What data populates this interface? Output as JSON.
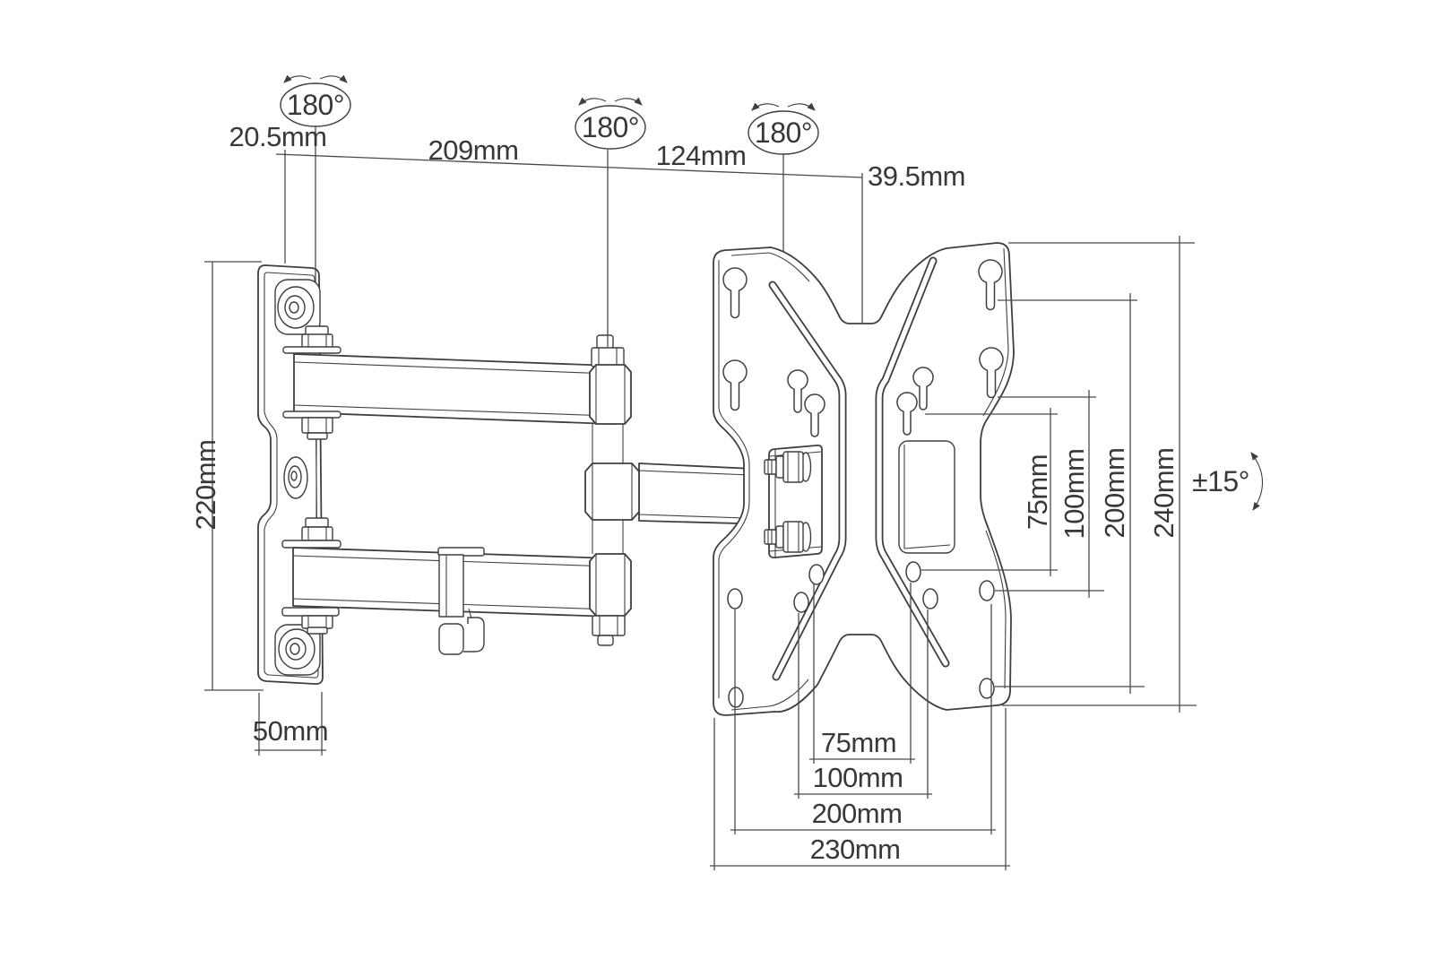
{
  "drawing": {
    "rotation_badges": {
      "wall_swivel": "180°",
      "elbow_swivel": "180°",
      "plate_swivel": "180°"
    },
    "tilt_range": "±15°",
    "dimensions": {
      "wall_plate_offset": "20.5mm",
      "arm_reach": "209mm",
      "elbow_to_plate": "124mm",
      "plate_center_offset": "39.5mm",
      "wall_plate_height": "220mm",
      "wall_plate_width": "50mm",
      "vesa_vertical": [
        "75mm",
        "100mm",
        "200mm",
        "240mm"
      ],
      "vesa_horizontal": [
        "75mm",
        "100mm",
        "200mm",
        "230mm"
      ]
    },
    "colors": {
      "part_line": "#3f3f3f",
      "dimension_line": "#4a4a4a",
      "text": "#383838",
      "background": "#ffffff"
    }
  }
}
